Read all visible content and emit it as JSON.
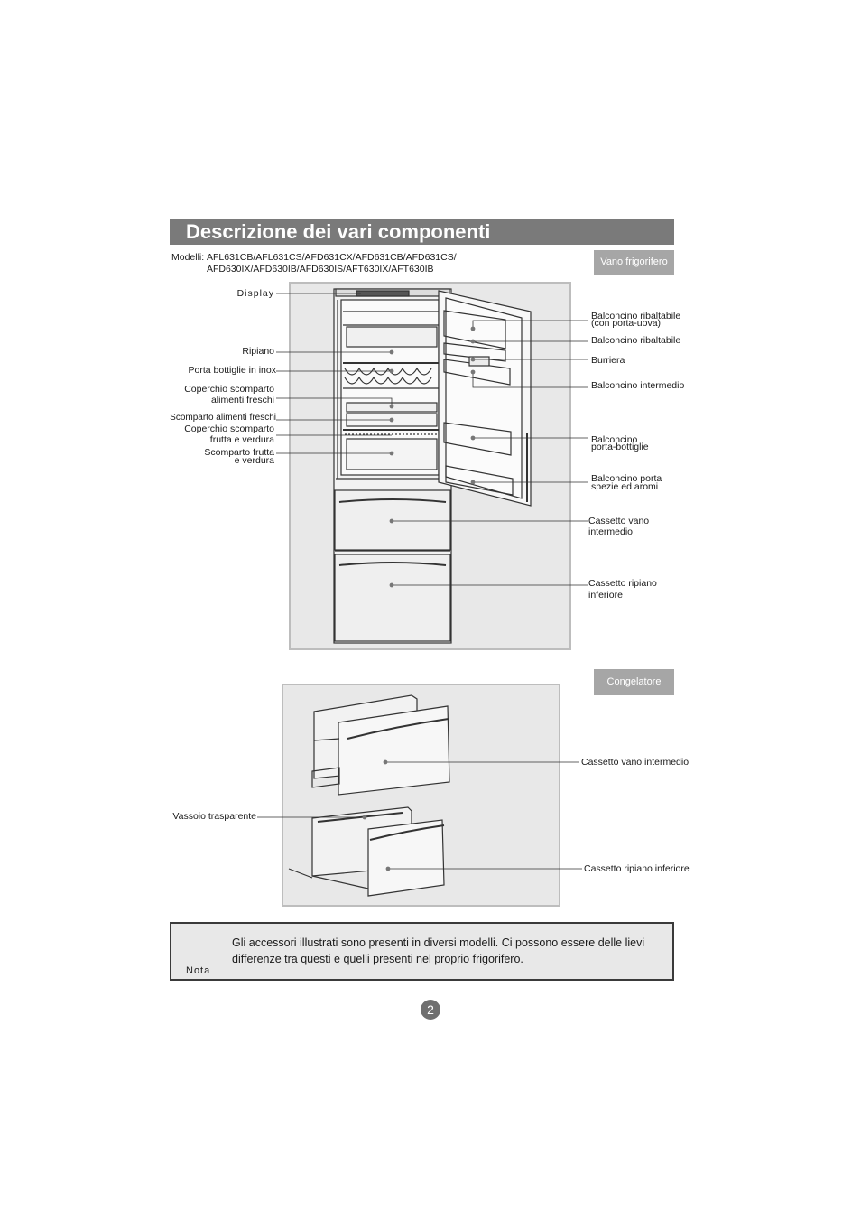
{
  "title": "Descrizione dei vari componenti",
  "models": {
    "label": "Modelli:",
    "line1": "AFL631CB/AFL631CS/AFD631CX/AFD631CB/AFD631CS/",
    "line2": "AFD630IX/AFD630IB/AFD630IS/AFT630IX/AFT630IB"
  },
  "fridge": {
    "tag": "Vano frigorifero",
    "left_labels": {
      "display": "Display",
      "ripiano": "Ripiano",
      "porta_bottiglie": "Porta bottiglie in inox",
      "coperchio_alimenti_1": "Coperchio scomparto",
      "coperchio_alimenti_2": "alimenti freschi",
      "scomparto_alimenti": "Scomparto alimenti freschi",
      "coperchio_frutta_1": "Coperchio scomparto",
      "coperchio_frutta_2": "frutta e verdura",
      "scomparto_frutta_1": "Scomparto frutta",
      "scomparto_frutta_2": "e verdura"
    },
    "right_labels": {
      "balcone_uova_1": "Balconcino ribaltabile",
      "balcone_uova_2": "(con porta-uova)",
      "balcone_ribaltabile": "Balconcino ribaltabile",
      "burriera": "Burriera",
      "balcone_intermedio": "Balconcino intermedio",
      "balcone_bottiglie_1": "Balconcino",
      "balcone_bottiglie_2": "porta-bottiglie",
      "balcone_spezie_1": "Balconcino porta",
      "balcone_spezie_2": "spezie ed aromi",
      "cassetto_intermedio_1": "Cassetto vano",
      "cassetto_intermedio_2": "intermedio",
      "cassetto_inferiore_1": "Cassetto ripiano",
      "cassetto_inferiore_2": "inferiore"
    }
  },
  "freezer": {
    "tag": "Congelatore",
    "vassoio": "Vassoio trasparente",
    "cassetto_intermedio": "Cassetto vano intermedio",
    "cassetto_inferiore": "Cassetto ripiano inferiore"
  },
  "note": {
    "text": "Gli accessori illustrati sono presenti in diversi modelli. Ci possono essere delle lievi differenze tra questi e quelli presenti nel proprio frigorifero.",
    "label": "Nota"
  },
  "page_number": "2"
}
